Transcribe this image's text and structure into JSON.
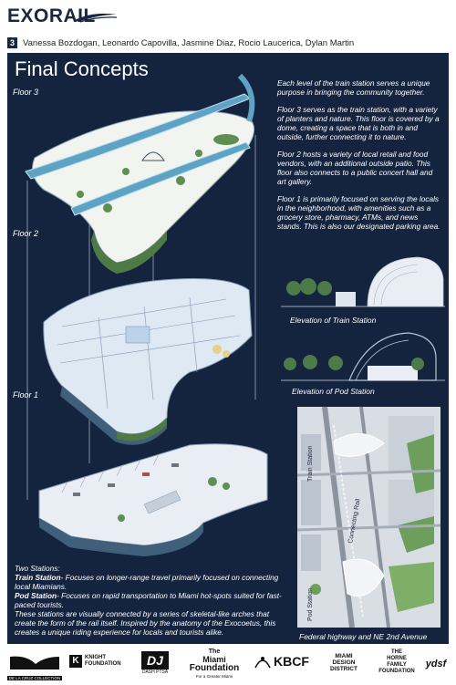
{
  "header": {
    "brand": "EXORAIL",
    "section_number": "3",
    "authors": "Vanessa Bozdogan, Leonardo Capovilla, Jasmine Diaz, Rocio Laucerica, Dylan Martin"
  },
  "poster": {
    "title": "Final Concepts",
    "floor_labels": [
      "Floor 3",
      "Floor 2",
      "Floor 1"
    ],
    "description": [
      "Each level of the train station serves a unique purpose in bringing the community together.",
      "Floor 3 serves as the train station, with a variety of planters and nature. This floor is covered by a dome, creating a space that is both in and outside, further connecting it to nature.",
      "Floor 2 hosts a variety of local retail and food vendors, with an additional outside patio. This floor also connects to a public concert hall and art gallery.",
      "Floor 1 is primarily focused on serving the locals in the neighborhood, with amenities such as a  grocery store, pharmacy, ATMs, and news stands. This is also our designated parking area."
    ],
    "elevations": {
      "train": "Elevation of Train Station",
      "pod": "Elevation of Pod Station"
    },
    "map": {
      "caption": "Federal highway and  NE 2nd Avenue",
      "labels": [
        "Train Station",
        "Connecting Rail",
        "Pod Station"
      ]
    },
    "two_stations": {
      "heading": "Two Stations:",
      "train_label": "Train Station",
      "train_text": "- Focuses on longer-range travel primarily focused on connecting local Miamians.",
      "pod_label": "Pod Station",
      "pod_text": "- Focuses on rapid transportation to Miami hot-spots suited for fast-paced tourists.",
      "closing": "These stations are visually connected by a series of skeletal-like arches that create the form of the rail itself.  Inspired by the anatomy of the Exocoetus, this creates a unique riding experience for locals and tourists alike."
    }
  },
  "sponsors": {
    "cruz": "DE LA CRUZ COLLECTION",
    "knight_1": "KNIGHT",
    "knight_2": "FOUNDATION",
    "dash": "DASH PTSA",
    "miami_1": "The",
    "miami_2": "Miami",
    "miami_3": "Foundation",
    "miami_4": "For a Greater Miami",
    "kbcf": "KBCF",
    "district_1": "MIAMI",
    "district_2": "DESIGN",
    "district_3": "DISTRICT",
    "horne_1": "THE",
    "horne_2": "HORNE",
    "horne_3": "FAMILY",
    "horne_4": "FOUNDATION",
    "ydsf": "ydsf"
  }
}
